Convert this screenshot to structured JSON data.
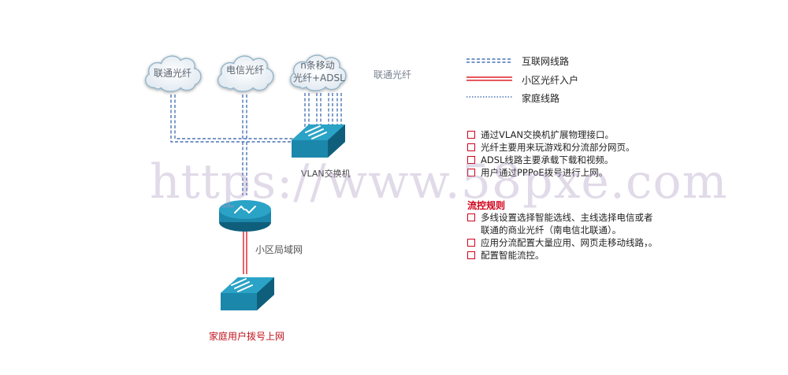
{
  "clouds": [
    {
      "name": "cloud-unicom-fiber",
      "label": "联通光纤"
    },
    {
      "name": "cloud-telecom-fiber",
      "label": "电信光纤"
    },
    {
      "name": "cloud-mobile-adsl",
      "label_line1": "n条移动",
      "label_line2": "光纤+ADSL"
    }
  ],
  "loose_label": "联通光纤",
  "devices": {
    "vlan_switch": "VLAN交换机",
    "lan": "小区局域网",
    "home": "家庭用户拨号上网"
  },
  "legend": [
    {
      "label": "互联网线路",
      "style": "double-dashed",
      "color": "#4a74b5"
    },
    {
      "label": "小区光纤入户",
      "style": "double-solid",
      "color": "#e0202a"
    },
    {
      "label": "家庭线路",
      "style": "dotted",
      "color": "#4a74b5"
    }
  ],
  "notes": [
    "通过VLAN交换机扩展物理接口。",
    "光纤主要用来玩游戏和分流部分网页。",
    "ADSL线路主要承载下载和视频。",
    "用户通过PPPoE拨号进行上网。"
  ],
  "flow_title": "流控规则",
  "flow_rules": [
    {
      "line1": "多线设置选择智能选线、主线选择电信或者",
      "line2": "联通的商业光纤（南电信北联通）。"
    },
    {
      "line1": "应用分流配置大量应用、网页走移动线路，。"
    },
    {
      "line1": "配置智能流控。"
    }
  ],
  "watermark": "https://www.58pxe.com",
  "colors": {
    "device": "#1e8db0",
    "internet_line": "#4a74b5",
    "fiber_line": "#e0202a",
    "accent": "#d0021b"
  }
}
